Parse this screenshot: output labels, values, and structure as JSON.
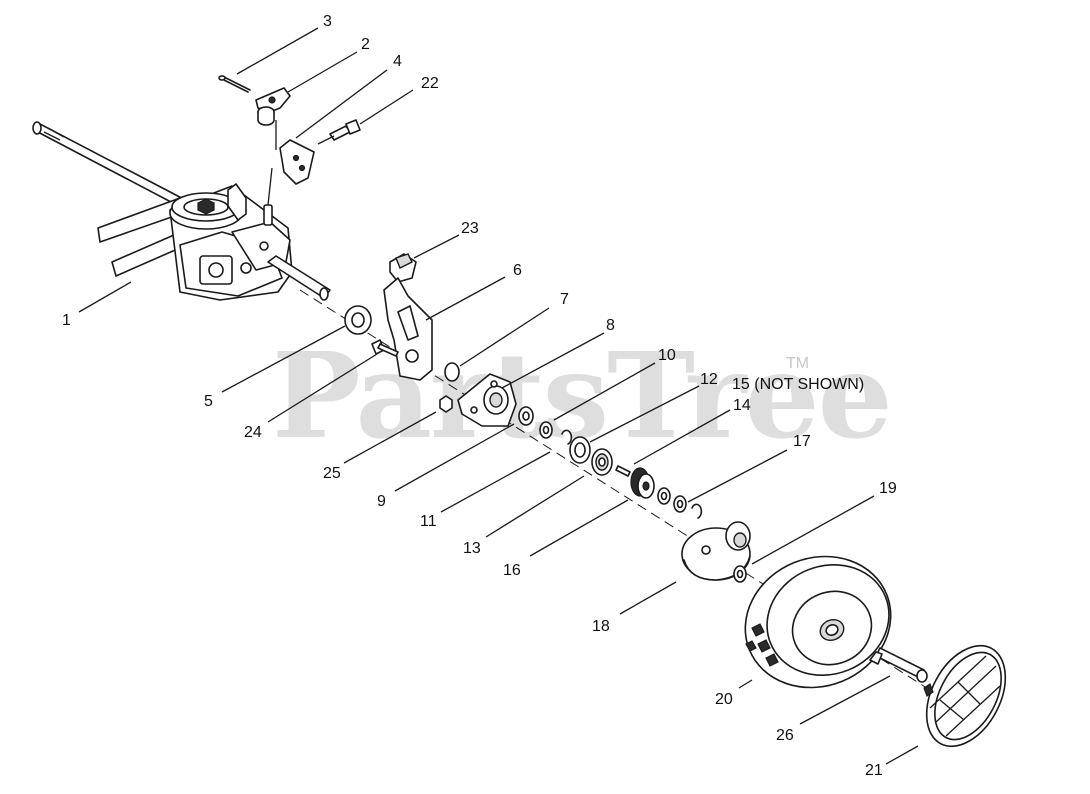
{
  "watermark": {
    "text": "PartsTree",
    "trademark": "TM"
  },
  "callouts": {
    "c1": "1",
    "c2": "2",
    "c3": "3",
    "c4": "4",
    "c5": "5",
    "c6": "6",
    "c7": "7",
    "c8": "8",
    "c9": "9",
    "c10": "10",
    "c11": "11",
    "c12": "12",
    "c13": "13",
    "c14": "14",
    "c15": "15 (NOT SHOWN)",
    "c16": "16",
    "c17": "17",
    "c18": "18",
    "c19": "19",
    "c20": "20",
    "c21": "21",
    "c22": "22",
    "c23": "23",
    "c24": "24",
    "c25": "25",
    "c26": "26"
  }
}
